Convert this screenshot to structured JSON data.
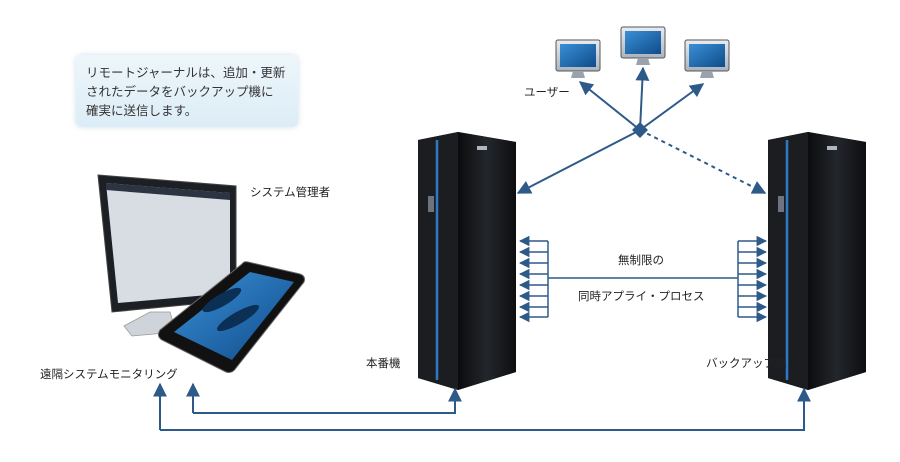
{
  "note": {
    "line1": "リモートジャーナルは、追加・更新",
    "line2": "されたデータをバックアップ機に",
    "line3": "確実に送信します。"
  },
  "labels": {
    "users": "ユーザー",
    "admin": "システム管理者",
    "remote_monitoring": "遠隔システムモニタリング",
    "primary": "本番機",
    "backup": "バックアップ機",
    "unlimited": "無制限の",
    "concurrent": "同時アプライ・プロセス"
  },
  "colors": {
    "arrow": "#2e5a8a",
    "server": "#16181b",
    "server_accent": "#2e78c8",
    "note_bg": "#e3f0f8"
  }
}
